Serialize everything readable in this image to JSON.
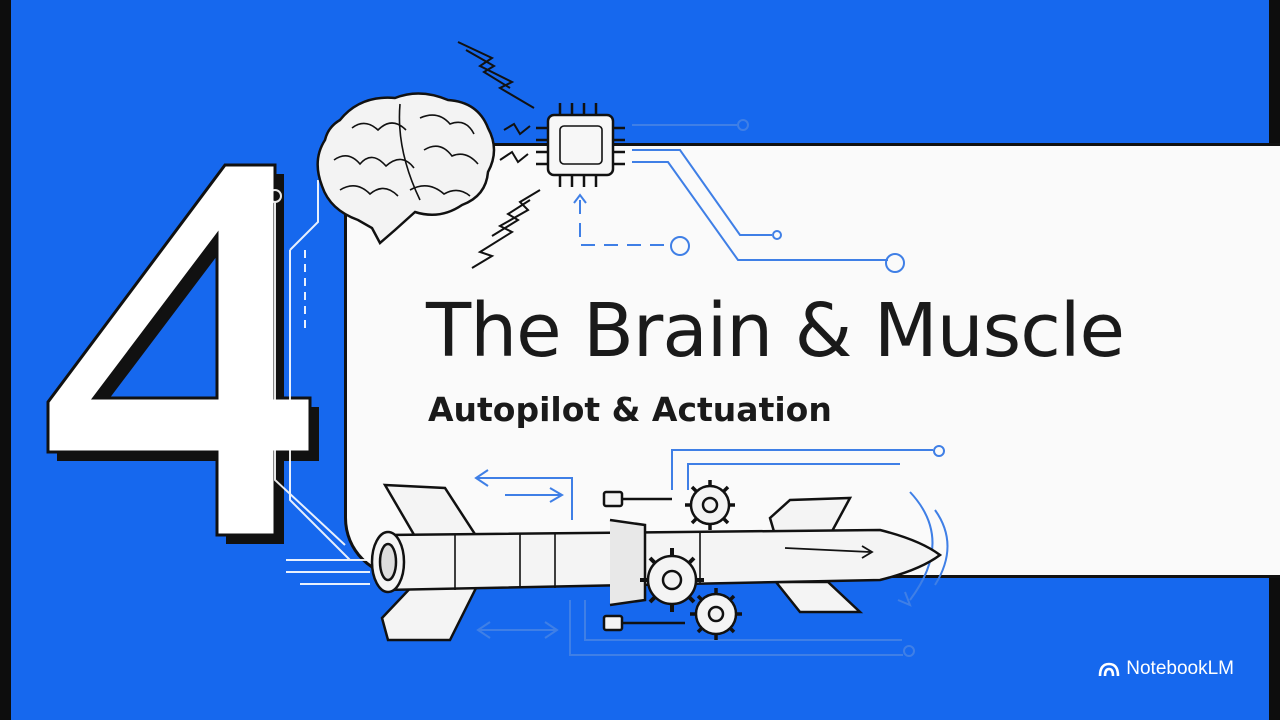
{
  "slide": {
    "number": "4",
    "title": "The Brain & Muscle",
    "subtitle": "Autopilot & Actuation"
  },
  "brand": {
    "name": "NotebookLM",
    "icon": "notebooklm-logo-icon"
  },
  "illustration": {
    "icons": [
      "brain-icon",
      "microchip-icon",
      "lightning-bolt-icon",
      "rocket-icon",
      "gear-icon",
      "circuit-trace-icon",
      "arrow-icon"
    ]
  },
  "colors": {
    "background": "#1668ee",
    "panel": "#fafafa",
    "ink": "#1a1a1a",
    "circuit": "#3f7fe6"
  }
}
